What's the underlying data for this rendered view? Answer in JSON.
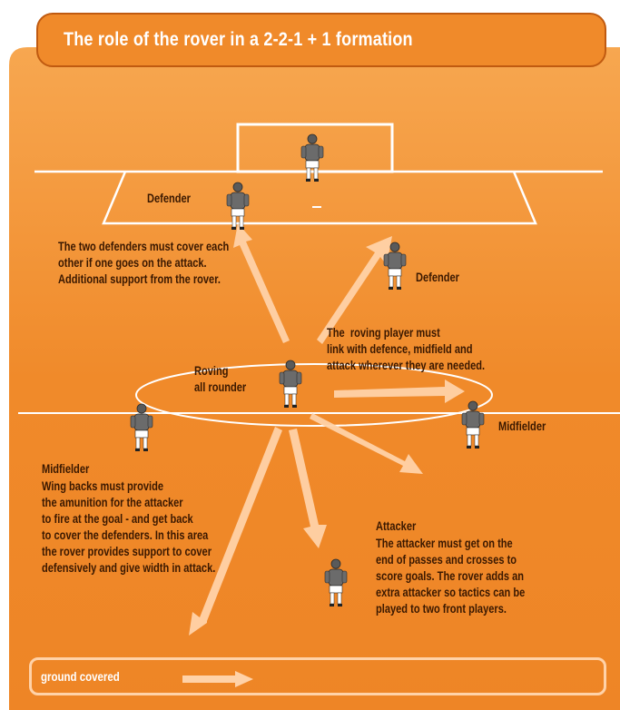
{
  "title": "The role of the rover in a 2-2-1 + 1 formation",
  "players": [
    {
      "role": "goalkeeper"
    },
    {
      "role": "Defender"
    },
    {
      "role": "Defender"
    },
    {
      "role": "Roving all rounder"
    },
    {
      "role": "Midfielder"
    },
    {
      "role": "Midfielder"
    },
    {
      "role": "Attacker"
    }
  ],
  "labels": {
    "defender_left": "Defender",
    "defender_right": "Defender",
    "defenders_note": "The two defenders must cover each\nother if one goes on the attack.\nAdditional support from the rover.",
    "roving_note": "The  roving player must\nlink with defence, midfield and\nattack wherever they are needed.",
    "roving_label": "Roving\nall rounder",
    "midfielder_right": "Midfielder",
    "midfielder_left": "Midfielder",
    "wingbacks_note": "Wing backs must provide\nthe amunition for the attacker\nto fire at the goal - and get back\nto cover the defenders. In this area\nthe rover provides support to cover\ndefensively and give width in attack.",
    "attacker_label": "Attacker",
    "attacker_note": "The attacker must get on the\nend of passes and crosses to\nscore goals. The rover adds an\nextra attacker so tactics can be\nplayed to two front players."
  },
  "legend": {
    "label": "ground covered"
  },
  "colors": {
    "pitch_orange": "#f0882a",
    "pitch_light": "#f8b060",
    "banner_orange": "#f08a2a",
    "text_dark": "#3a1800",
    "arrow": "#ffd2a8",
    "player_shirt": "#6b6b6b"
  }
}
